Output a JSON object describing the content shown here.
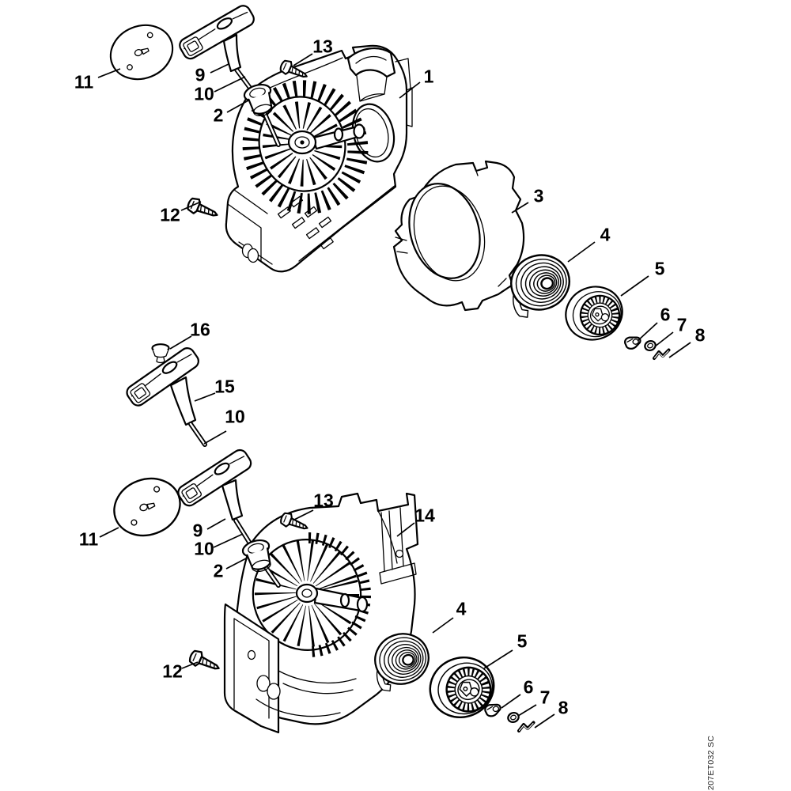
{
  "diagram": {
    "code": "207ET032 SC",
    "background": "#ffffff",
    "line_color": "#000000",
    "callout_count": 28,
    "part_numbers_shown": [
      "1",
      "2",
      "3",
      "4",
      "5",
      "6",
      "7",
      "8",
      "9",
      "10",
      "11",
      "12",
      "13",
      "14",
      "15",
      "16"
    ]
  },
  "callouts": {
    "t11": {
      "label": "11"
    },
    "t9": {
      "label": "9"
    },
    "t10": {
      "label": "10"
    },
    "t2": {
      "label": "2"
    },
    "t13": {
      "label": "13"
    },
    "t1": {
      "label": "1"
    },
    "t12": {
      "label": "12"
    },
    "t3": {
      "label": "3"
    },
    "t4": {
      "label": "4"
    },
    "t5": {
      "label": "5"
    },
    "t6": {
      "label": "6"
    },
    "t7": {
      "label": "7"
    },
    "t8": {
      "label": "8"
    },
    "m16": {
      "label": "16"
    },
    "m15": {
      "label": "15"
    },
    "m10": {
      "label": "10"
    },
    "b11": {
      "label": "11"
    },
    "b9": {
      "label": "9"
    },
    "b10": {
      "label": "10"
    },
    "b2": {
      "label": "2"
    },
    "b13": {
      "label": "13"
    },
    "b14": {
      "label": "14"
    },
    "b12": {
      "label": "12"
    },
    "b4": {
      "label": "4"
    },
    "b5": {
      "label": "5"
    },
    "b6": {
      "label": "6"
    },
    "b7": {
      "label": "7"
    },
    "b8": {
      "label": "8"
    }
  }
}
